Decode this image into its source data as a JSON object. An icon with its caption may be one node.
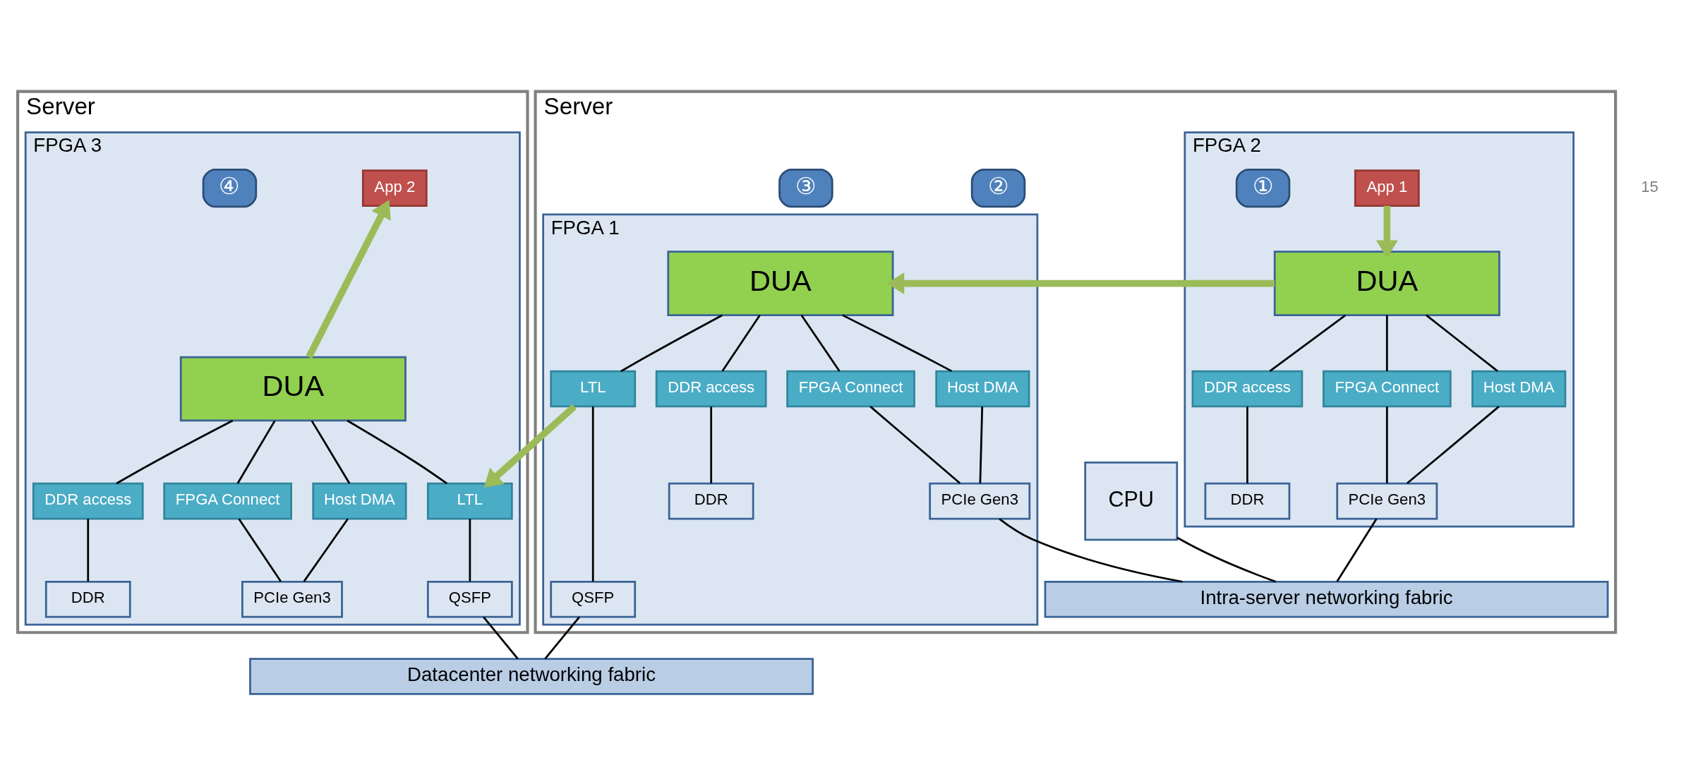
{
  "diagram": {
    "nodes": [
      {
        "text": [
          "Server"
        ]
      },
      {
        "text": [
          "FPGA 1"
        ],
        "in": 0
      },
      {
        "text": [
          "DUA"
        ],
        "in": 1
      },
      {
        "text": [
          "DDR access"
        ],
        "in": 1
      },
      {
        "text": [
          "LTL"
        ],
        "in": 1
      },
      {
        "text": [
          "FPGA Connect"
        ],
        "in": 1
      },
      {
        "text": [
          "Host DMA"
        ],
        "in": 1
      },
      {
        "text": [
          "DDR"
        ],
        "in": 1
      },
      {
        "text": [
          "QSFP"
        ],
        "in": 1
      },
      {
        "text": [
          "PCIe Gen3"
        ],
        "in": 1
      },
      {
        "text": [
          "FPGA 2"
        ],
        "in": 0
      },
      {
        "text": [
          "App 1"
        ],
        "in": 10
      },
      {
        "text": [
          "DUA"
        ],
        "in": 10
      },
      {
        "text": [
          "DDR access"
        ],
        "in": 10
      },
      {
        "text": [
          "FPGA Connect"
        ],
        "in": 10
      },
      {
        "text": [
          "Host DMA"
        ],
        "in": 10
      },
      {
        "text": [
          "DDR"
        ],
        "in": 10
      },
      {
        "text": [
          "PCIe Gen3"
        ],
        "in": 10
      },
      {
        "text": [
          "CPU"
        ],
        "in": 0
      },
      {
        "text": [
          "Intra-server networking fabric"
        ],
        "in": 0
      },
      {
        "text": [
          "Server"
        ]
      },
      {
        "text": [
          "FPGA 3"
        ],
        "in": 20
      },
      {
        "text": [
          "App 2"
        ],
        "in": 21
      },
      {
        "text": [
          "DUA"
        ],
        "in": 21
      },
      {
        "text": [
          "DDR access"
        ],
        "in": 21
      },
      {
        "text": [
          "LTL"
        ],
        "in": 21
      },
      {
        "text": [
          "FPGA Connect"
        ],
        "in": 21
      },
      {
        "text": [
          "Host DMA"
        ],
        "in": 21
      },
      {
        "text": [
          "DDR"
        ],
        "in": 21
      },
      {
        "text": [
          "QSFP"
        ],
        "in": 21
      },
      {
        "text": [
          "PCIe Gen3"
        ],
        "in": 21
      },
      {
        "text": [
          "Datacenter networking fabric"
        ]
      },
      {
        "text": [
          "①"
        ],
        "in": 10
      },
      {
        "text": [
          "②"
        ],
        "in": 0
      },
      {
        "text": [
          "③"
        ],
        "in": 0
      },
      {
        "text": [
          "④"
        ],
        "in": 21
      }
    ],
    "edges": [
      {
        "from": 2,
        "to": 3,
        "arrow": "none"
      },
      {
        "from": 2,
        "to": 4,
        "arrow": "none"
      },
      {
        "from": 2,
        "to": 5,
        "arrow": "none"
      },
      {
        "from": 2,
        "to": 6,
        "arrow": "none"
      },
      {
        "from": 3,
        "to": 7,
        "arrow": "none"
      },
      {
        "from": 4,
        "to": 8,
        "arrow": "none"
      },
      {
        "from": 5,
        "to": 9,
        "arrow": "none"
      },
      {
        "from": 6,
        "to": 9,
        "arrow": "none"
      },
      {
        "from": 12,
        "to": 13,
        "arrow": "none"
      },
      {
        "from": 12,
        "to": 14,
        "arrow": "none"
      },
      {
        "from": 12,
        "to": 15,
        "arrow": "none"
      },
      {
        "from": 13,
        "to": 16,
        "arrow": "none"
      },
      {
        "from": 14,
        "to": 17,
        "arrow": "none"
      },
      {
        "from": 15,
        "to": 17,
        "arrow": "none"
      },
      {
        "from": 9,
        "to": 19,
        "arrow": "none"
      },
      {
        "from": 17,
        "to": 19,
        "arrow": "none"
      },
      {
        "from": 18,
        "to": 19,
        "arrow": "none"
      },
      {
        "from": 23,
        "to": 24,
        "arrow": "none"
      },
      {
        "from": 23,
        "to": 25,
        "arrow": "none"
      },
      {
        "from": 23,
        "to": 26,
        "arrow": "none"
      },
      {
        "from": 23,
        "to": 27,
        "arrow": "none"
      },
      {
        "from": 24,
        "to": 28,
        "arrow": "none"
      },
      {
        "from": 25,
        "to": 29,
        "arrow": "none"
      },
      {
        "from": 26,
        "to": 30,
        "arrow": "none"
      },
      {
        "from": 27,
        "to": 30,
        "arrow": "none"
      },
      {
        "from": 8,
        "to": 31,
        "arrow": "none"
      },
      {
        "from": 29,
        "to": 31,
        "arrow": "none"
      },
      {
        "from": 11,
        "to": 12,
        "arrow": "to",
        "style": "thick",
        "color": "#9bbb59"
      },
      {
        "from": 12,
        "to": 2,
        "arrow": "to",
        "style": "thick",
        "color": "#9bbb59"
      },
      {
        "from": 4,
        "to": 25,
        "arrow": "to",
        "style": "thick",
        "color": "#9bbb59"
      },
      {
        "from": 23,
        "to": 22,
        "arrow": "to",
        "style": "thick",
        "color": "#9bbb59"
      }
    ],
    "labels": [
      "15"
    ]
  }
}
